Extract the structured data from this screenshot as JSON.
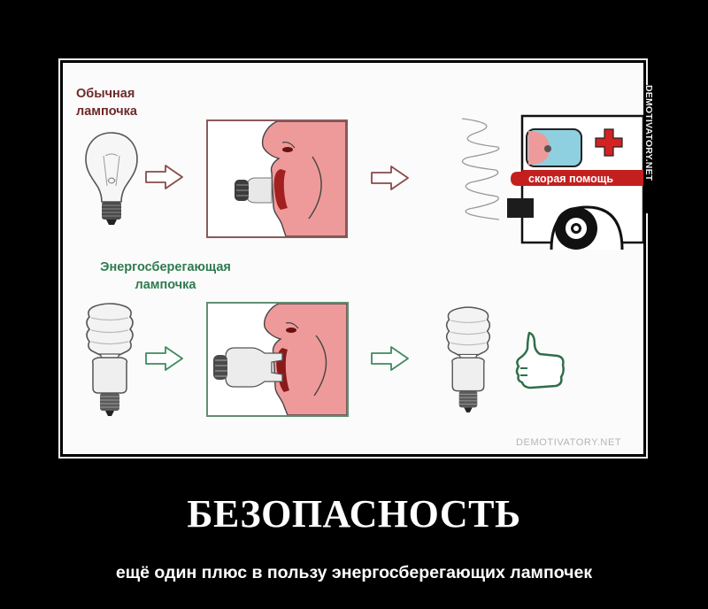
{
  "image": {
    "labels": {
      "regular_bulb": [
        "Обычная",
        "лампочка"
      ],
      "energy_saving_bulb": [
        "Энергосберегающая",
        "лампочка"
      ],
      "ambulance_sign": "скорая помощь"
    },
    "watermark_vertical": "DEMOTIVATORY.NET",
    "watermark_bottom": "DEMOTIVATORY.NET",
    "colors": {
      "regular_label": "#6e2a2a",
      "energy_label": "#2f7a4f",
      "face_pink": "#ef9a9a",
      "lips": "#a32020",
      "ambulance_red": "#d32222",
      "window_blue": "#8fd0e0",
      "green_outline": "#3f8a5e",
      "red_outline": "#8a4a4a"
    }
  },
  "caption": {
    "title": "БЕЗОПАСНОСТЬ",
    "subtitle": "ещё один плюс в пользу энергосберегающих лампочек"
  }
}
